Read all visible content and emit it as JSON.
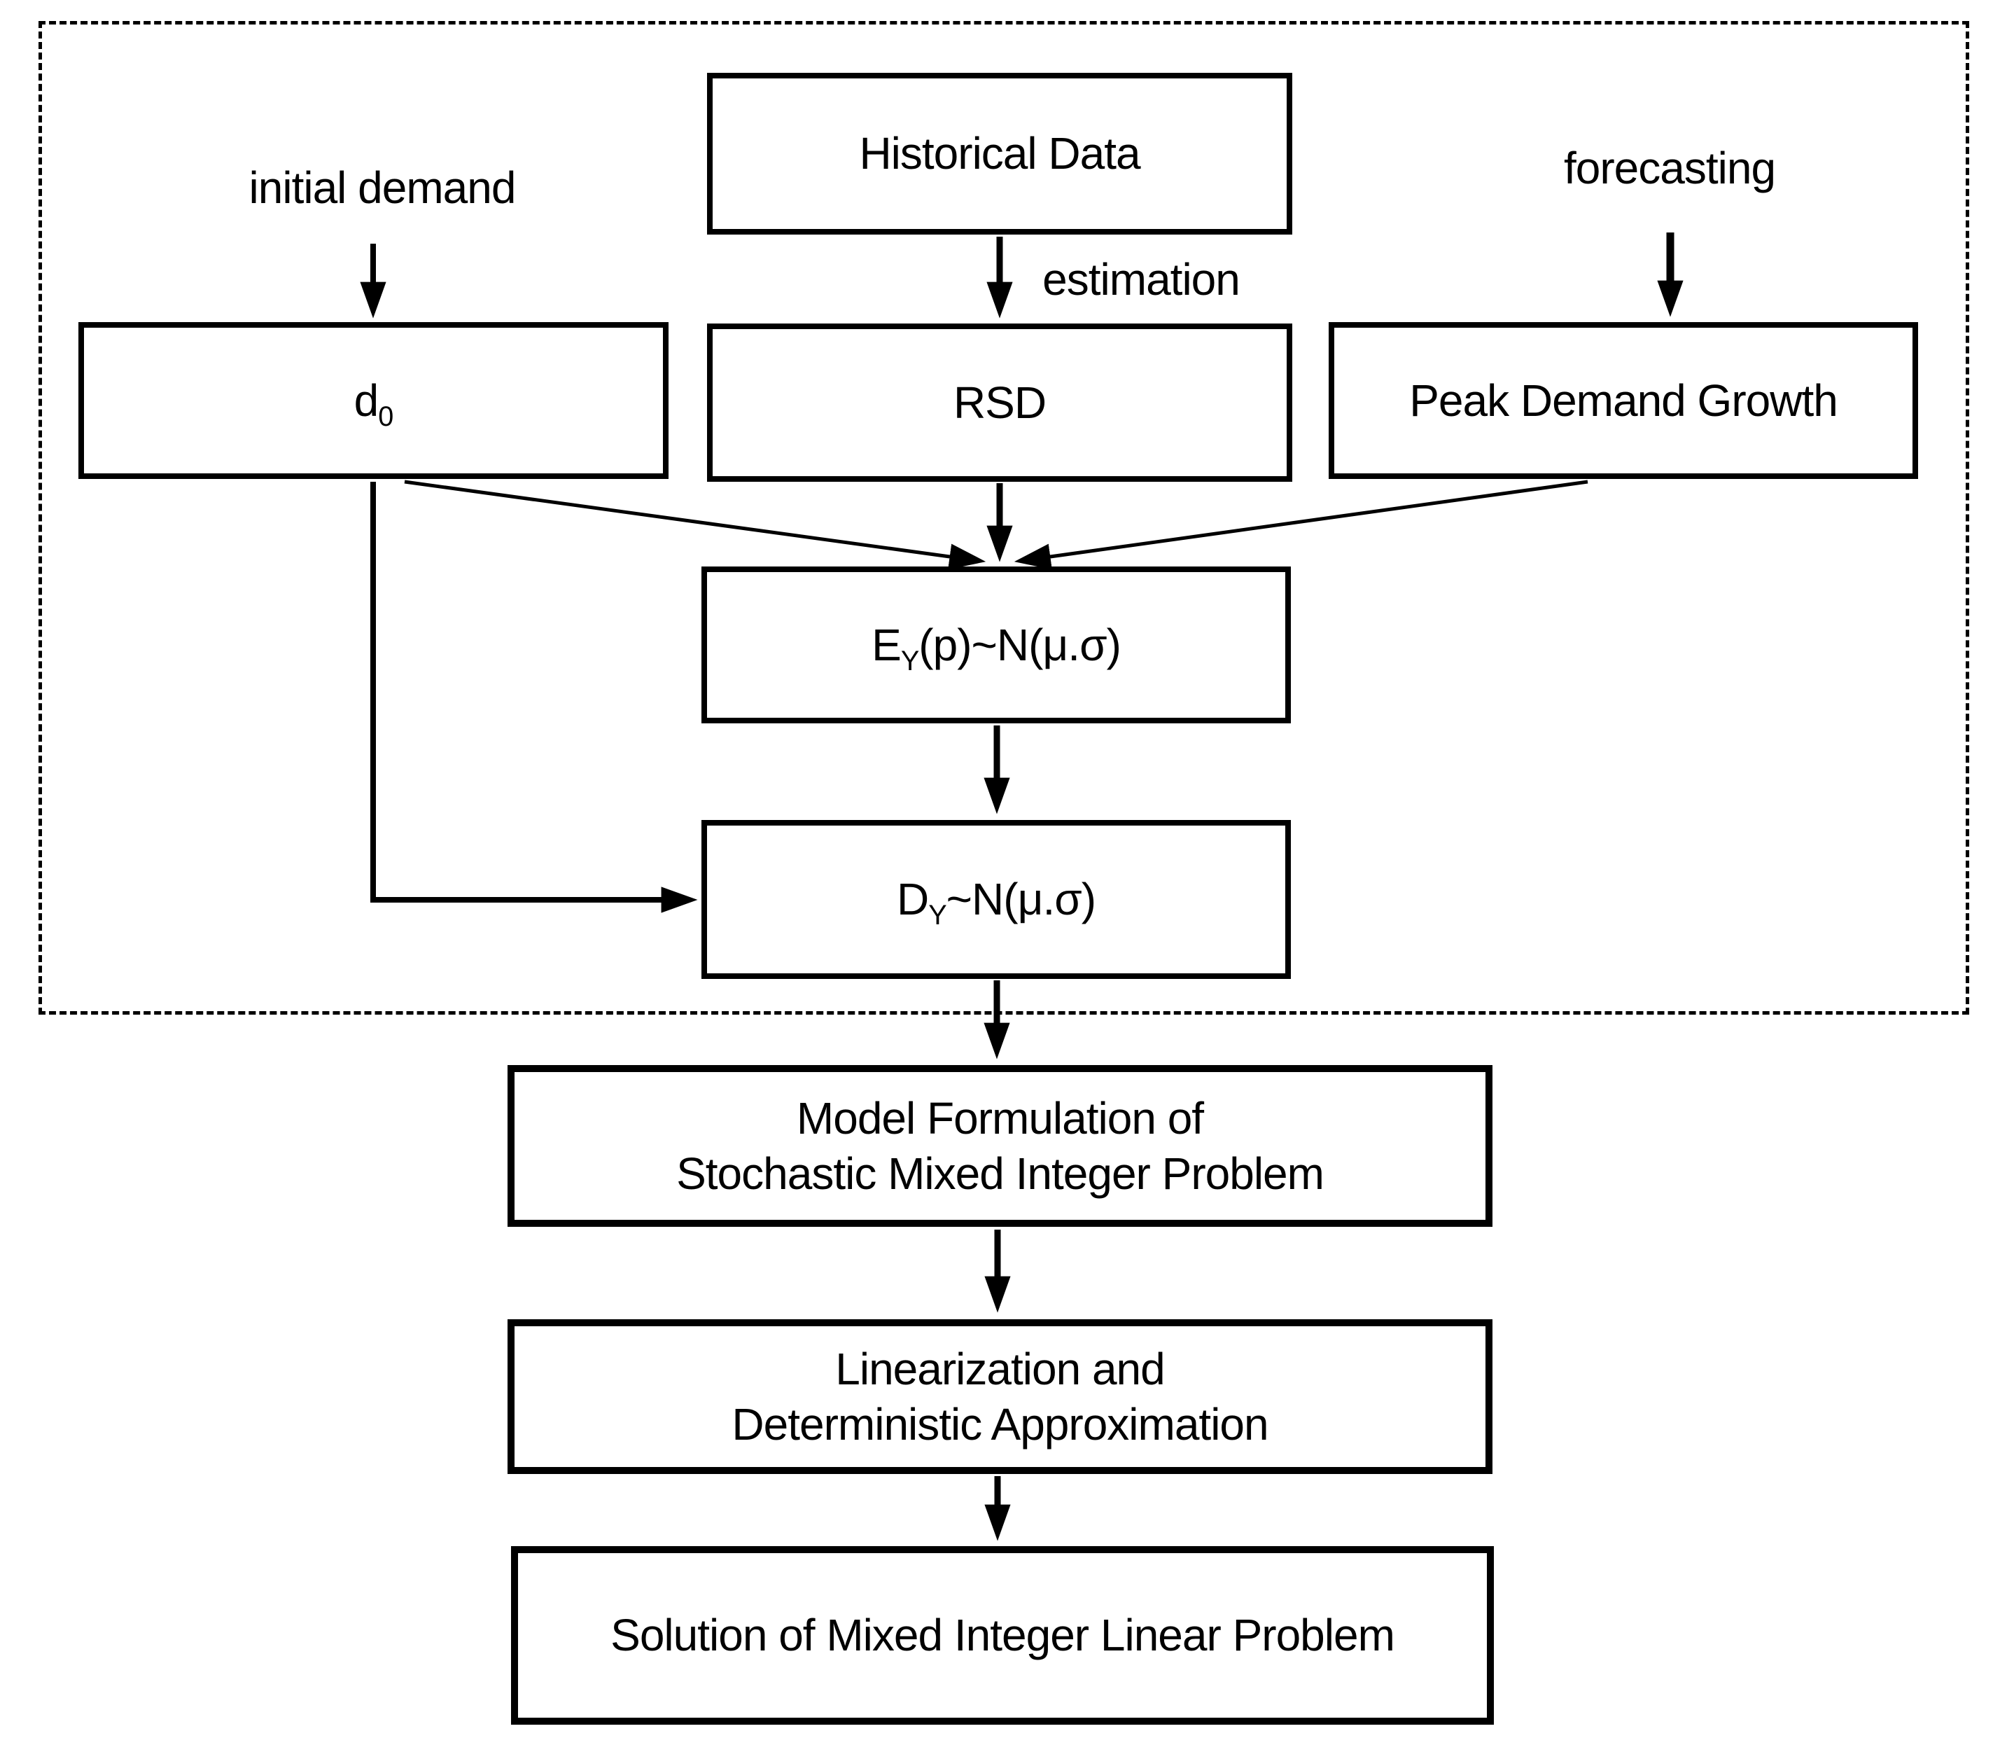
{
  "page": {
    "background_color": "#ffffff",
    "ink_color": "#000000"
  },
  "labels": {
    "initial_demand": "initial demand",
    "forecasting": "forecasting",
    "estimation": "estimation"
  },
  "boxes": {
    "historical_data": {
      "label": "Historical Data"
    },
    "d0": {
      "base": "d",
      "sub": "0"
    },
    "rsd": {
      "label": "RSD"
    },
    "peak_demand_growth": {
      "label": "Peak Demand Growth"
    },
    "expected_peak": {
      "base": "E",
      "sub": "Y",
      "tail": "(p)~N(μ.σ)"
    },
    "yearly_demand": {
      "base": "D",
      "sub": "Y",
      "tail": "~N(μ.σ)"
    },
    "model_formulation": {
      "line1": "Model Formulation of",
      "line2": "Stochastic Mixed Integer Problem"
    },
    "linearization": {
      "line1": "Linearization and",
      "line2": "Deterministic Approximation"
    },
    "solution": {
      "label": "Solution of Mixed Integer Linear Problem"
    }
  }
}
